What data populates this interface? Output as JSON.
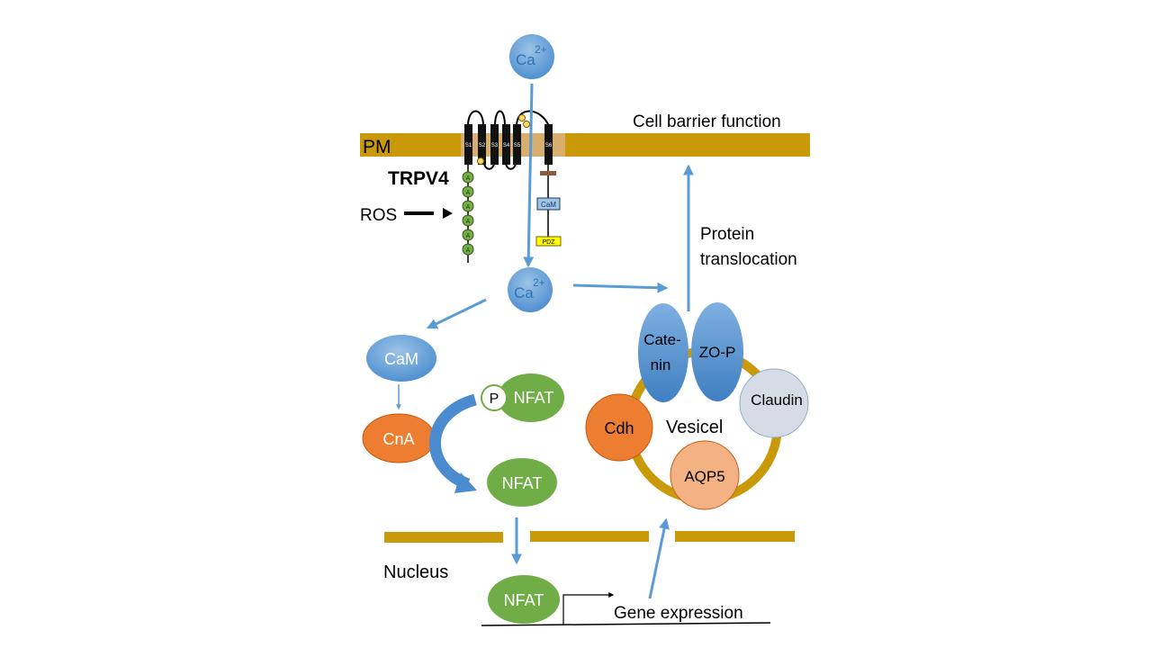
{
  "membrane": {
    "label": "PM",
    "segments": [
      "S1",
      "S2",
      "S3",
      "S4",
      "S5",
      "S6"
    ]
  },
  "channel": {
    "name": "TRPV4",
    "cam_box": "CaM",
    "pdz_box": "PDZ",
    "ankyrin_mark": "A"
  },
  "ros_label": "ROS",
  "ca_top": {
    "base": "Ca",
    "charge": "2+"
  },
  "ca_mid": {
    "base": "Ca",
    "charge": "2+"
  },
  "cell_barrier_label": "Cell barrier function",
  "protein_translocation": {
    "line1": "Protein",
    "line2": "translocation"
  },
  "cam_label": "CaM",
  "cna_label": "CnA",
  "p_label": "P",
  "nfat_phos_label": "NFAT",
  "nfat_active_label": "NFAT",
  "nfat_nuclear_label": "NFAT",
  "nucleus_label": "Nucleus",
  "gene_expression_label": "Gene expression",
  "vesicle": {
    "label": "Vesicel",
    "catenin_line1": "Cate-",
    "catenin_line2": "nin",
    "zop": "ZO-P",
    "claudin": "Claudin",
    "cdh": "Cdh",
    "aqp5": "AQP5"
  },
  "colors": {
    "membrane": "#c9990a",
    "blue_node": "#5b9bd5",
    "arrow": "#5b9bd5",
    "green_node": "#70ad47",
    "orange_node": "#ed7d31",
    "light_orange": "#f4b183",
    "claudin": "#d6dce5"
  }
}
